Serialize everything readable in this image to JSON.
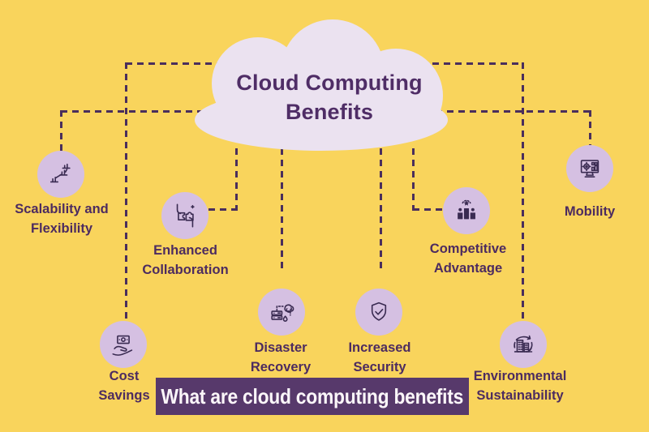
{
  "title": {
    "line1": "Cloud Computing",
    "line2": "Benefits"
  },
  "banner": {
    "text": "What are cloud computing benefits"
  },
  "benefits": [
    {
      "label": "Scalability and Flexibility",
      "icon": "scalability-growth-nodes-icon"
    },
    {
      "label": "Enhanced Collaboration",
      "icon": "hands-puzzle-collaboration-icon"
    },
    {
      "label": "Cost Savings",
      "icon": "hand-money-icon"
    },
    {
      "label": "Disaster Recovery",
      "icon": "server-cloud-backup-icon"
    },
    {
      "label": "Increased Security",
      "icon": "shield-check-icon"
    },
    {
      "label": "Competitive Advantage",
      "icon": "podium-star-icon"
    },
    {
      "label": "Mobility",
      "icon": "monitor-dashboard-icon"
    },
    {
      "label": "Environmental Sustainability",
      "icon": "eco-buildings-recycle-icon"
    }
  ],
  "colors": {
    "bg": "#F9D45C",
    "cloud": "#EBE2F0",
    "title-text": "#4F2D66",
    "label-text": "#4C2B60",
    "dash": "#4A2E5C",
    "circle": "#D5C0E2",
    "icon": "#3A2B52",
    "banner-bg": "#57396B",
    "banner-text": "#FBF6F9"
  }
}
